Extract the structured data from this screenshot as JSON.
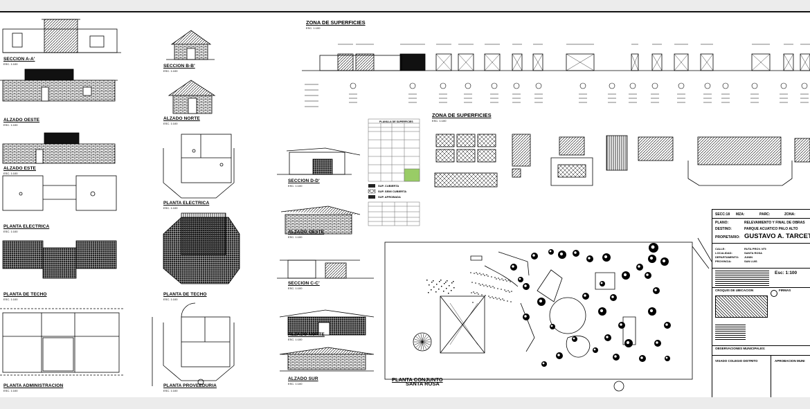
{
  "sheet": {
    "labels_left": [
      {
        "id": "seccion-a",
        "text": "SECCION A-A'"
      },
      {
        "id": "alzado-oeste",
        "text": "ALZADO OESTE"
      },
      {
        "id": "alzado-este",
        "text": "ALZADO ESTE"
      },
      {
        "id": "planta-electrica-1",
        "text": "PLANTA ELECTRICA"
      },
      {
        "id": "planta-techo-1",
        "text": "PLANTA DE TECHO"
      },
      {
        "id": "planta-administracion",
        "text": "PLANTA ADMINISTRACION"
      }
    ],
    "labels_mid": [
      {
        "id": "seccion-b",
        "text": "SECCION B-B'"
      },
      {
        "id": "alzado-norte",
        "text": "ALZADO NORTE"
      },
      {
        "id": "planta-electrica-2",
        "text": "PLANTA ELECTRICA"
      },
      {
        "id": "planta-techo-2",
        "text": "PLANTA DE TECHO"
      },
      {
        "id": "planta-proveeduria",
        "text": "PLANTA PROVEEDURIA"
      }
    ],
    "labels_center": [
      {
        "id": "seccion-d",
        "text": "SECCION D-D'"
      },
      {
        "id": "alzado-oeste-2",
        "text": "ALZADO OESTE"
      },
      {
        "id": "seccion-c",
        "text": "SECCION C-C'"
      },
      {
        "id": "alzado-norte-2",
        "text": "ALZADO NORTE"
      },
      {
        "id": "alzado-sur",
        "text": "ALZADO SUR"
      }
    ],
    "zona_superficies_1": "ZONA DE SUPERFICIES",
    "zona_superficies_2": "ZONA DE SUPERFICIES",
    "planta_conjunto": "PLANTA CONJUNTO",
    "santa_rosa": "SANTA ROSA",
    "scale": "ESC. 1:100",
    "planilla_title": "PLANILLA DE SUPERFICIES",
    "legend": [
      {
        "text": "SUP. CUBIERTA"
      },
      {
        "text": "SUP. SEMI CUBIERTA"
      },
      {
        "text": "SUP. APROBADA"
      }
    ]
  },
  "title_block": {
    "top_cells": [
      "SECC:18",
      "MZA:",
      "PARC:",
      "ZONA:"
    ],
    "plano_label": "PLANO:",
    "plano_value": "RELEVAMIENTO Y FINAL DE OBRAS",
    "destino_label": "DESTINO:",
    "destino_value": "PARQUE ACUATICO PALO ALTO",
    "propietario_label": "PROPIETARIO:",
    "propietario_value": "GUSTAVO A. TARCETA",
    "calle_label": "CALLE:",
    "calle_value": "RUTA PROV. Nº5",
    "localidad_label": "LOCALIDAD:",
    "localidad_value": "SANTA ROSA",
    "departamento_label": "DEPARTAMENTO:",
    "departamento_value": "JUNIN",
    "provincia_label": "PROVINCIA:",
    "provincia_value": "SAN LUIS",
    "escala": "Esc: 1:100",
    "croquis": "CROQUIS DE UBICACION",
    "firmas": "FIRMAS",
    "observaciones": "OBSERVACIONES MUNICIPALES:",
    "visado": "VISADO COLEGIO DISTRITO",
    "aprobacion": "APROBACION MUNI"
  }
}
